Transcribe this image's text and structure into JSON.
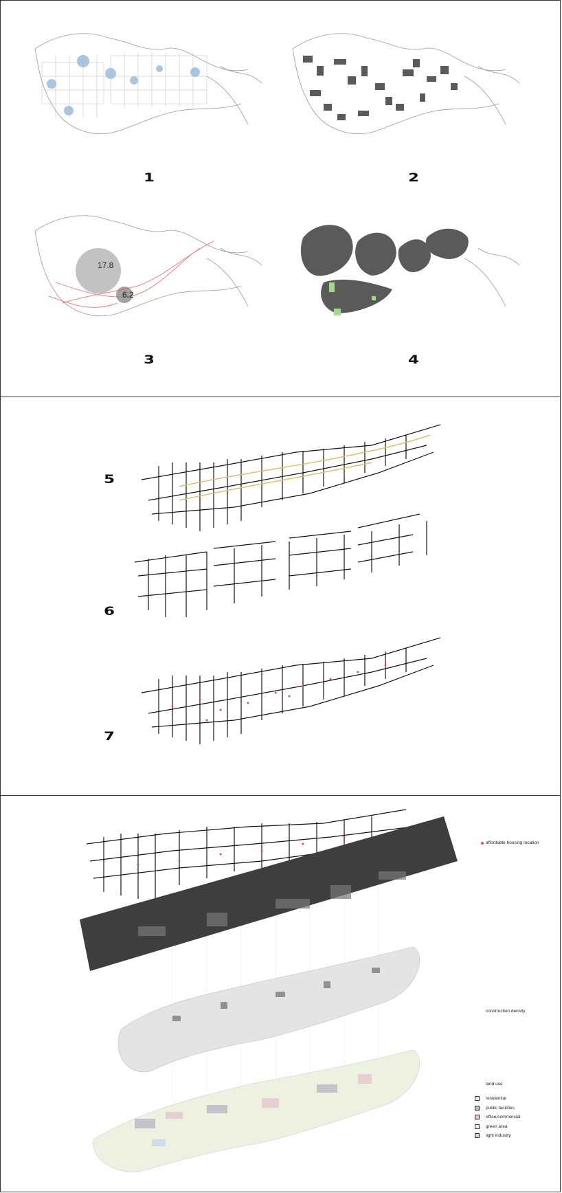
{
  "map_labels": {
    "m1": "1",
    "m2": "2",
    "m3": "3",
    "m4": "4",
    "m5": "5",
    "m6": "6",
    "m7": "7"
  },
  "circle_values": {
    "large": "17.8",
    "small": "6.2"
  },
  "legend": {
    "affordable": "affordable housing location",
    "density": "construction density",
    "land_use_title": "land use",
    "land_use_items": [
      {
        "label": "residential",
        "color": "#f3f3f3"
      },
      {
        "label": "public facilities",
        "color": "#b9b9c7"
      },
      {
        "label": "office/commercial",
        "color": "#e4c7cd"
      },
      {
        "label": "green area",
        "color": "#eef0e0"
      },
      {
        "label": "light industry",
        "color": "#c9d7ee"
      }
    ]
  },
  "colors": {
    "highlight_circle": "#8fb3d6",
    "transit_line": "#d9534f",
    "corridor": "#d6c26a",
    "dense_fill": "#5a5a5a",
    "green_patch": "#a5d98a"
  }
}
